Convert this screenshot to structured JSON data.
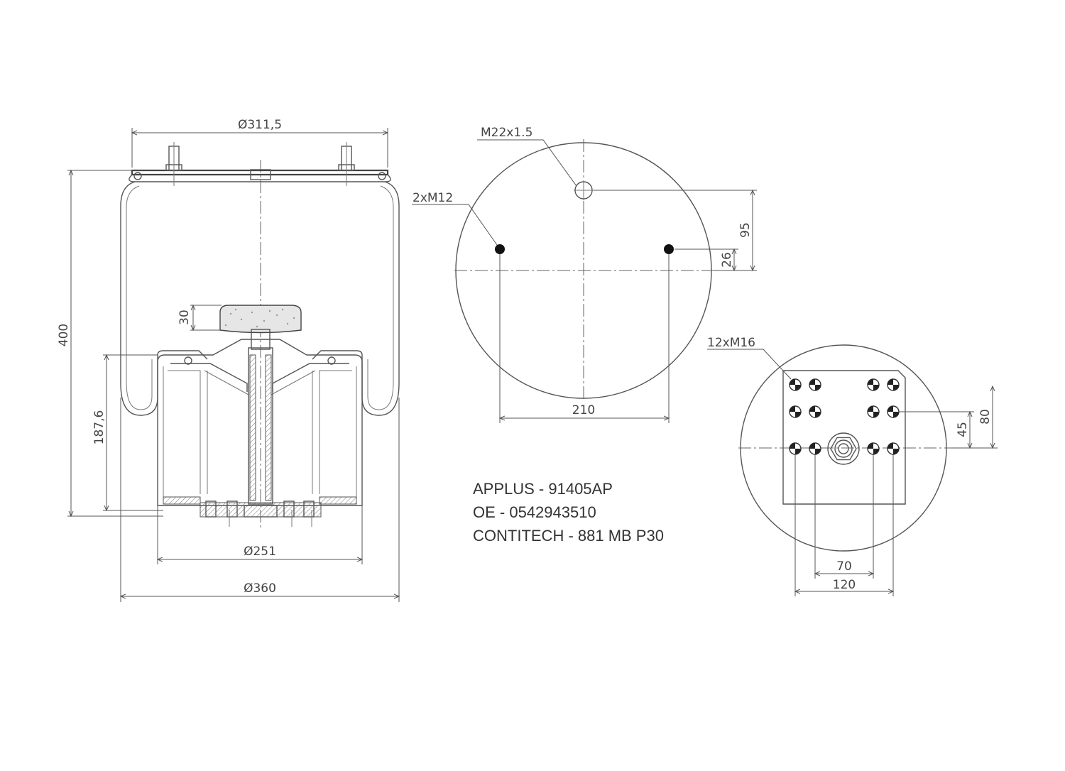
{
  "dimensions": {
    "top_diameter": "Ø311,5",
    "height": "400",
    "piston_height": "187,6",
    "bumper_height": "30",
    "piston_diameter": "Ø251",
    "bellow_diameter": "Ø360",
    "top_thread": "M22x1.5",
    "top_bolts": "2xM12",
    "top_offset_95": "95",
    "top_offset_26": "26",
    "top_spacing": "210",
    "bottom_bolts": "12xM16",
    "bottom_offset_45": "45",
    "bottom_offset_80": "80",
    "bottom_spacing_70": "70",
    "bottom_spacing_120": "120"
  },
  "info": {
    "line1": "APPLUS - 91405AP",
    "line2": "OE - 0542943510",
    "line3": "CONTITECH - 881 MB P30"
  }
}
